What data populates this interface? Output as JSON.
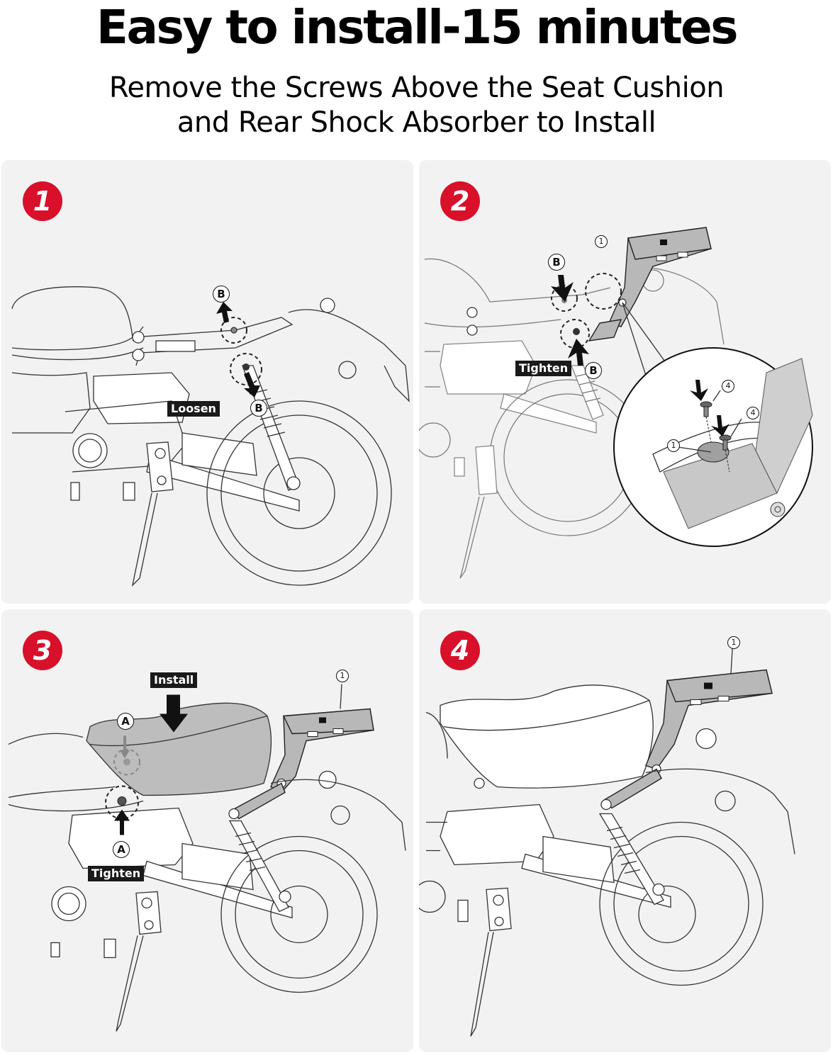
{
  "header": {
    "title": "Easy to install-15 minutes",
    "subtitle_line1": "Remove the Screws Above the Seat Cushion",
    "subtitle_line2": "and Rear Shock Absorber to Install"
  },
  "colors": {
    "badge": "#d8102a",
    "panel_bg": "#f2f2f2",
    "tag_bg": "#1a1a1a"
  },
  "steps": [
    {
      "number": "1",
      "action_labels": [
        "Loosen"
      ],
      "callouts": [
        "B",
        "B"
      ]
    },
    {
      "number": "2",
      "action_labels": [
        "Tighten"
      ],
      "callouts": [
        "B",
        "B",
        "1",
        "4",
        "4",
        "1"
      ]
    },
    {
      "number": "3",
      "action_labels": [
        "Install",
        "Tighten"
      ],
      "callouts": [
        "A",
        "A",
        "1"
      ]
    },
    {
      "number": "4",
      "action_labels": [],
      "callouts": [
        "1"
      ]
    }
  ]
}
